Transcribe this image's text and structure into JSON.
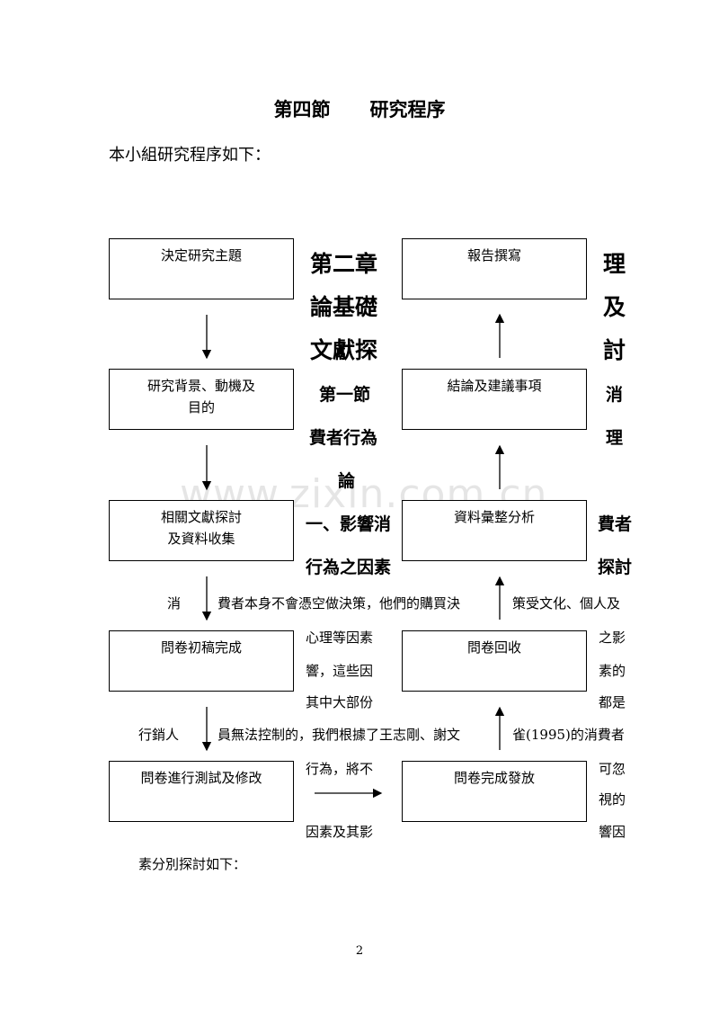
{
  "heading": {
    "section": "第四節",
    "name": "研究程序"
  },
  "intro": "本小組研究程序如下：",
  "flow": {
    "left": [
      {
        "lines": [
          "決定研究主題"
        ]
      },
      {
        "lines": [
          "研究背景、動機及",
          "目的"
        ]
      },
      {
        "lines": [
          "相關文獻探討",
          "及資料收集"
        ]
      },
      {
        "lines": [
          "問卷初稿完成"
        ]
      },
      {
        "lines": [
          "問卷進行測試及修改"
        ]
      }
    ],
    "right": [
      {
        "lines": [
          "報告撰寫"
        ]
      },
      {
        "lines": [
          "結論及建議事項"
        ]
      },
      {
        "lines": [
          "資料彙整分析"
        ]
      },
      {
        "lines": [
          "問卷回收"
        ]
      },
      {
        "lines": [
          "問卷完成發放"
        ]
      }
    ]
  },
  "overlay": {
    "mid_col": [
      "第二章",
      "論基礎",
      "文獻探",
      "第一節",
      "費者行為",
      "論",
      "一、影響消",
      "行為之因素"
    ],
    "right_col": [
      "理",
      "及",
      "討",
      "消",
      "理",
      "費者",
      "探討"
    ],
    "row1": {
      "a": "消",
      "b": "費者本身不會憑空做決策，他們的購買決",
      "c": "策受文化、個人及"
    },
    "mid2": [
      "心理等因素",
      "響，這些因",
      "其中大部份"
    ],
    "right2": [
      "之影",
      "素的",
      "都是"
    ],
    "row2": {
      "a": "行銷人",
      "b": "員無法控制的，我們根據了王志剛、謝文",
      "c": "雀(1995)的消費者"
    },
    "mid3": [
      "行為，將不",
      "因素及其影"
    ],
    "right3": [
      "可忽",
      "視的",
      "響因"
    ],
    "closing": "素分別探討如下："
  },
  "page_number": "2",
  "watermark": "www.zixin.com.cn"
}
